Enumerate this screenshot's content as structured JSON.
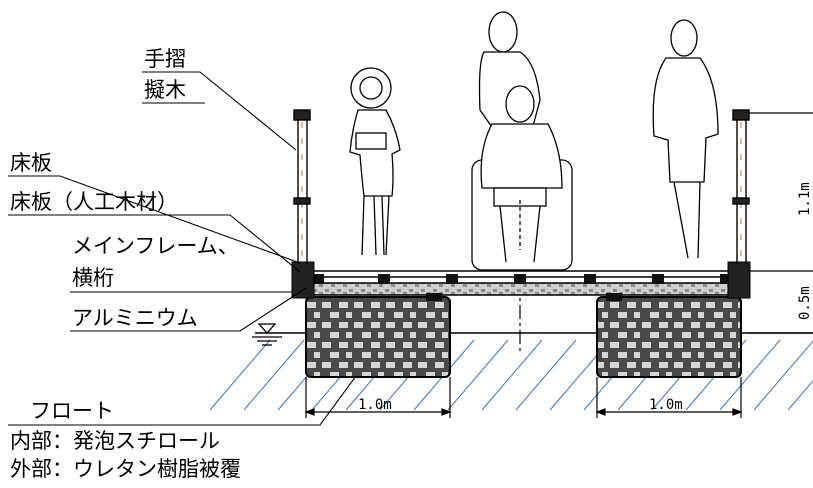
{
  "labels": {
    "handrail": "手摺",
    "mock_wood": "擬木",
    "deck": "床板",
    "deck_material": "床板（人工木材）",
    "main_frame_1": "メインフレーム、",
    "main_frame_2": "横桁",
    "aluminum": "アルミニウム",
    "float": "フロート",
    "float_inner": "内部：発泡スチロール",
    "float_outer": "外部：ウレタン樹脂被覆"
  },
  "dimensions": {
    "float_width_left": "1.0m",
    "float_width_right": "1.0m",
    "rail_height": "1.1m",
    "deck_height": "0.5m"
  },
  "colors": {
    "line": "#000000",
    "water_hatch": "#3a6fd0",
    "float_dark": "#4a4a4a",
    "float_light": "#d6d6d6",
    "deck_fill": "#bdbdbd",
    "wood_accent": "#b07a4a"
  }
}
